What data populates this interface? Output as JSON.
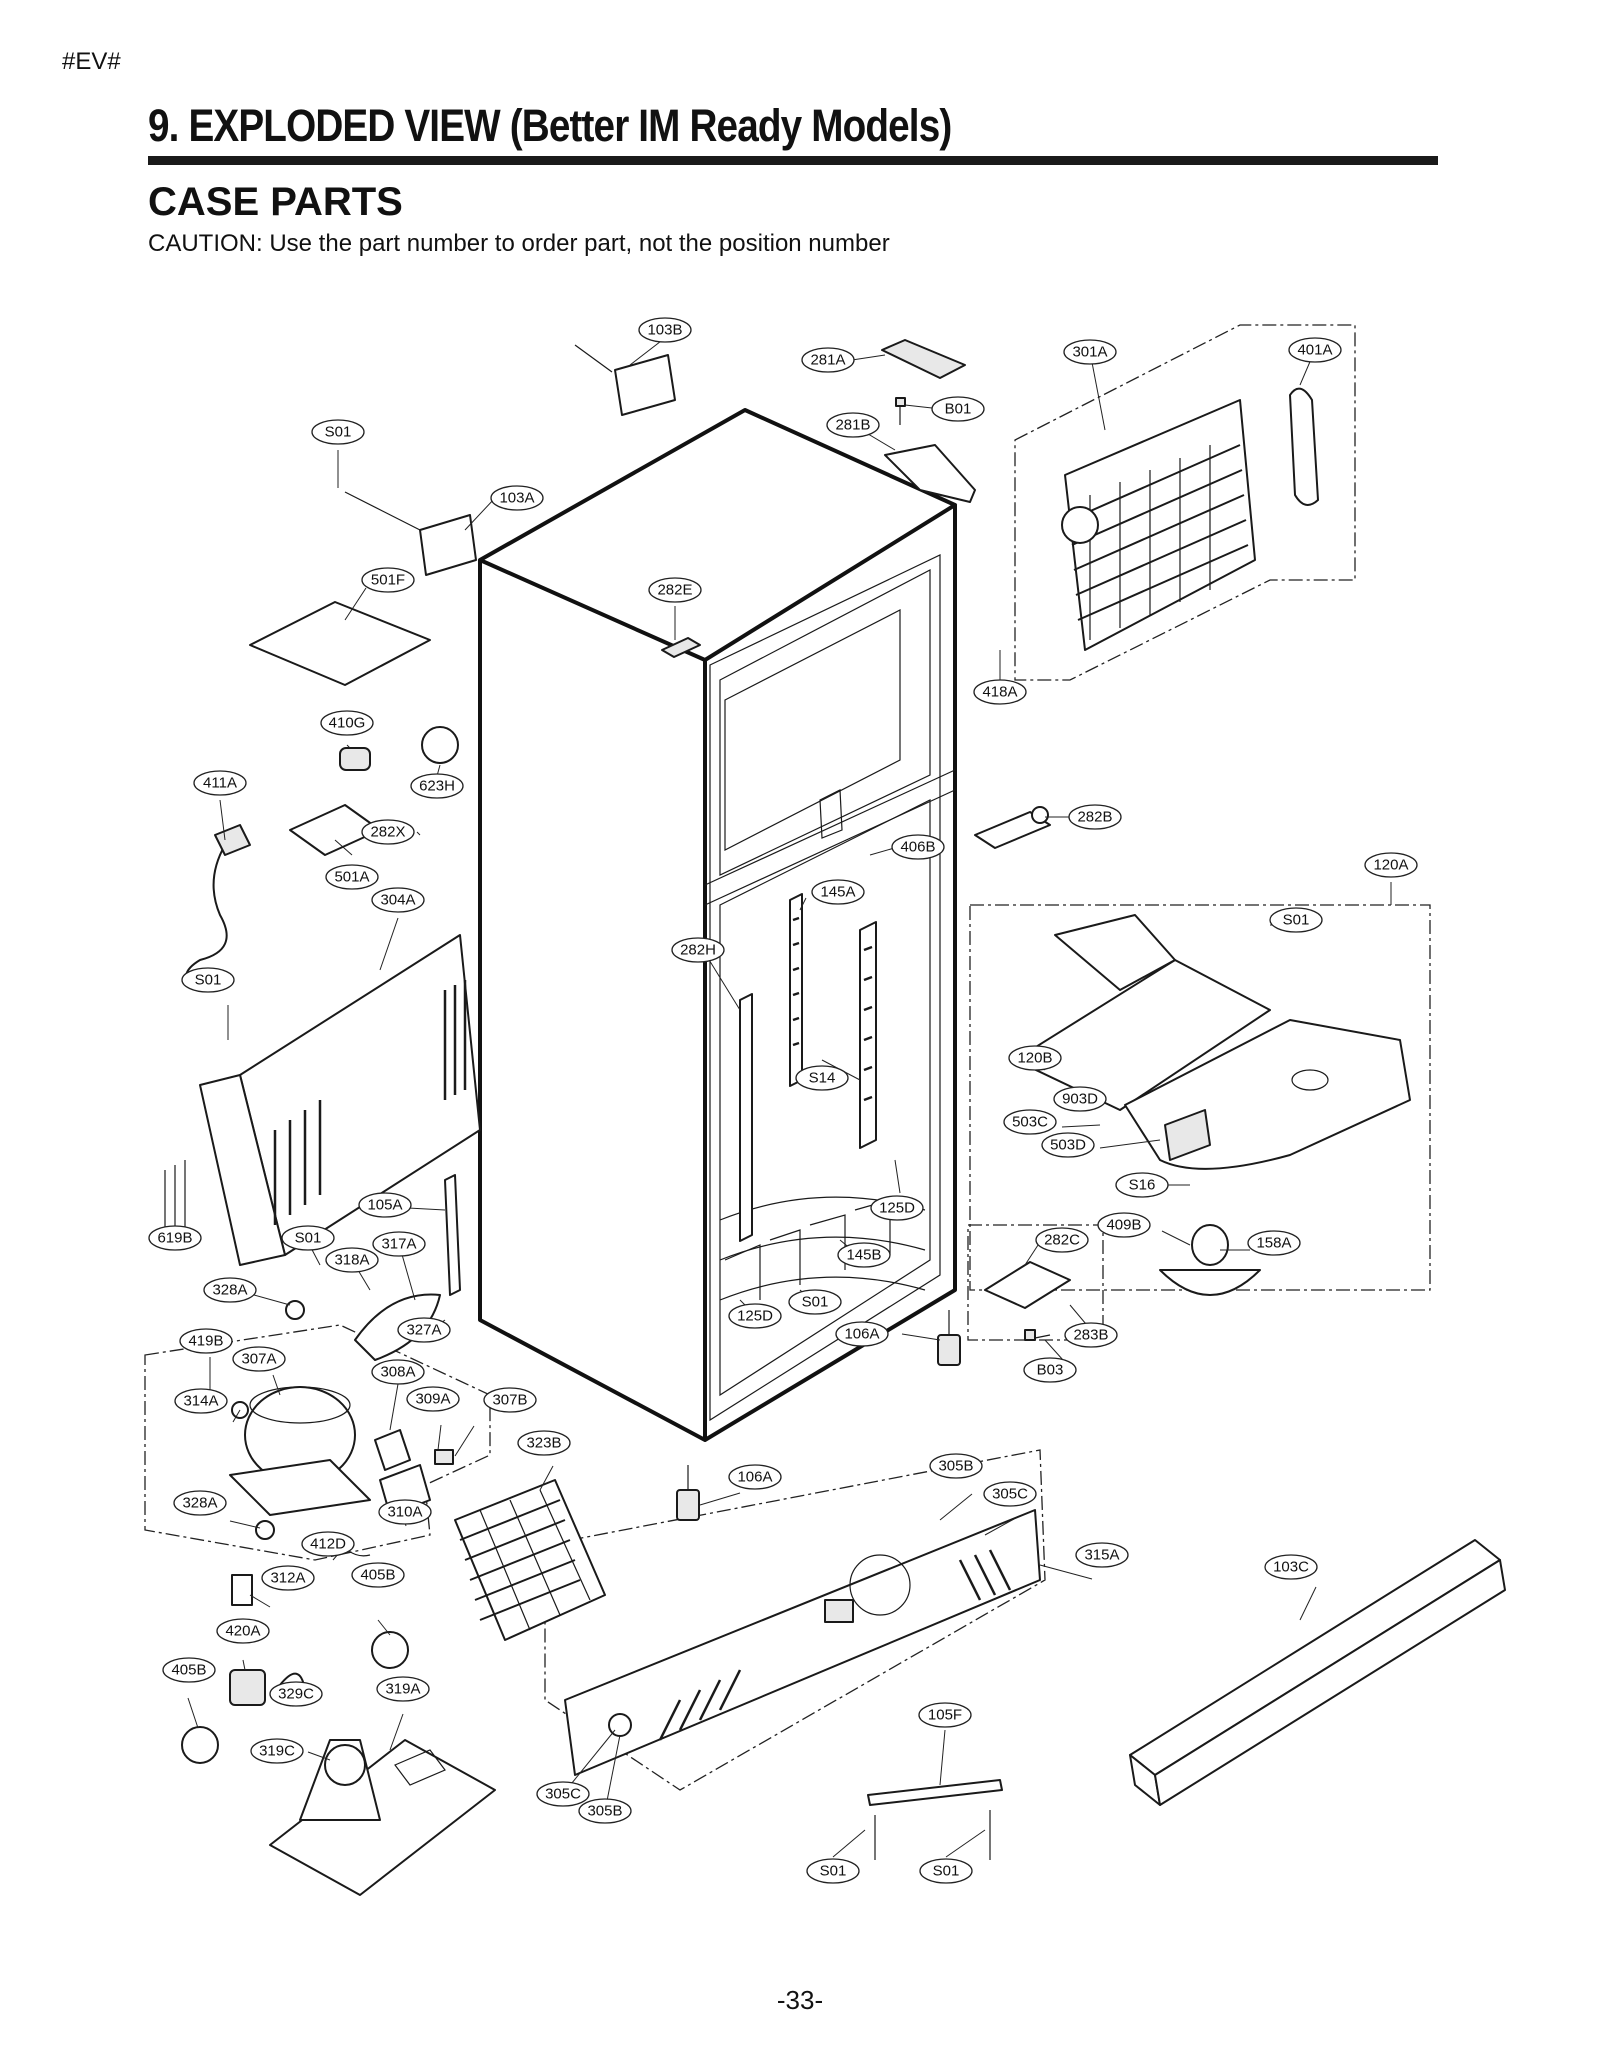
{
  "header": {
    "tag": "#EV#",
    "title": "9. EXPLODED VIEW  (Better IM Ready Models)",
    "subtitle": "CASE PARTS",
    "caution": "CAUTION: Use the part number to order part, not the position number"
  },
  "footer": {
    "page_number": "-33-"
  },
  "callouts": [
    "103B",
    "281A",
    "301A",
    "401A",
    "B01",
    "281B",
    "S01",
    "103A",
    "501F",
    "282E",
    "418A",
    "410G",
    "623H",
    "411A",
    "282X",
    "282B",
    "406B",
    "501A",
    "120A",
    "304A",
    "S01",
    "145A",
    "282H",
    "S01",
    "120B",
    "S14",
    "903D",
    "503C",
    "503D",
    "S16",
    "105A",
    "125D",
    "619B",
    "S01",
    "317A",
    "318A",
    "409B",
    "282C",
    "158A",
    "145B",
    "328A",
    "S01",
    "125D",
    "106A",
    "283B",
    "327A",
    "419B",
    "307A",
    "308A",
    "B03",
    "314A",
    "309A",
    "307B",
    "323B",
    "305B",
    "106A",
    "305C",
    "310A",
    "328A",
    "412D",
    "315A",
    "103C",
    "312A",
    "405B",
    "420A",
    "405B",
    "329C",
    "319A",
    "105F",
    "319C",
    "305C",
    "305B",
    "S01",
    "S01"
  ]
}
